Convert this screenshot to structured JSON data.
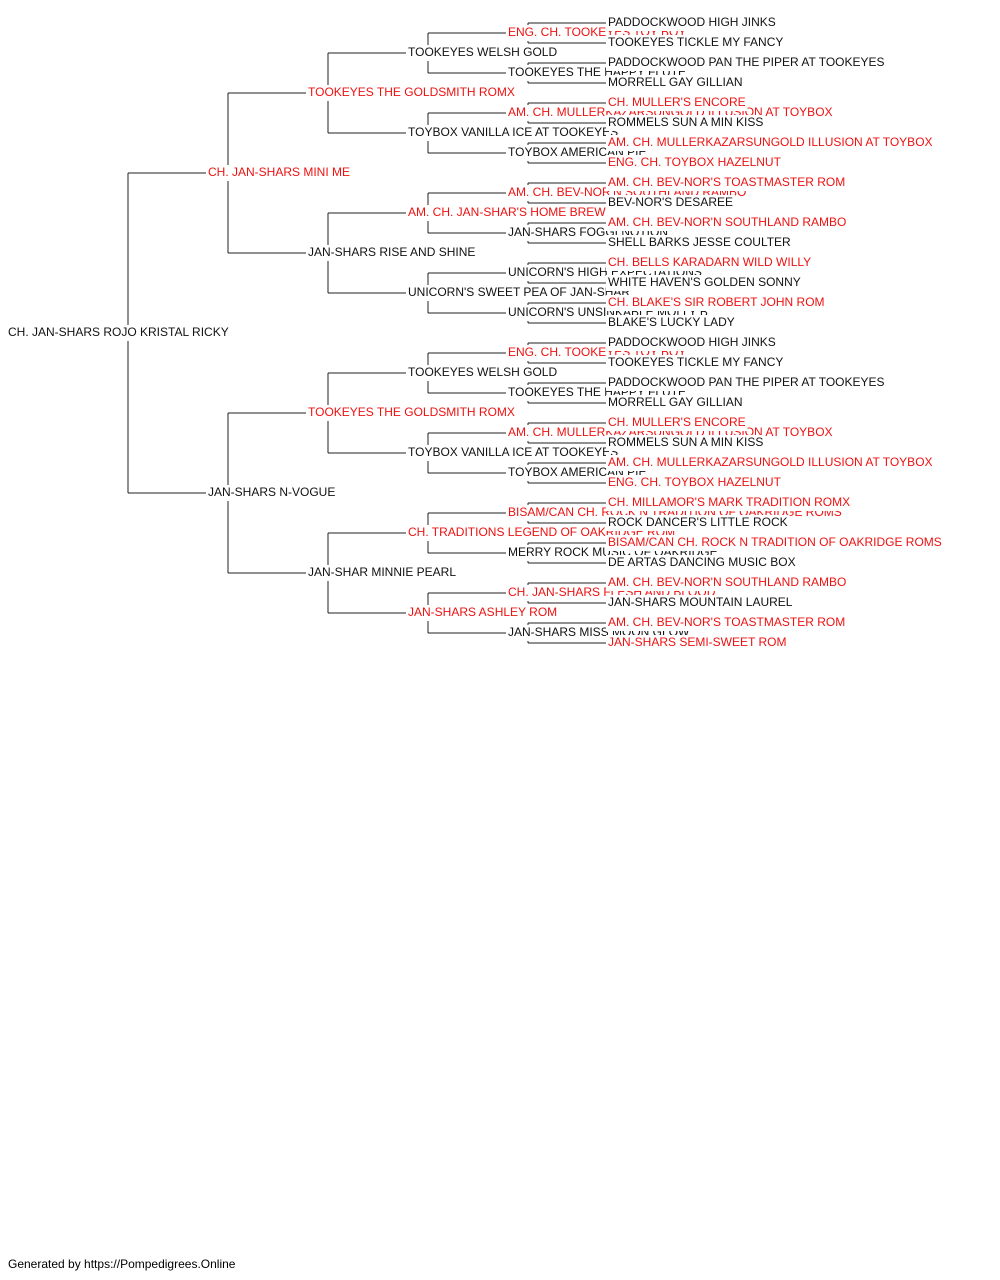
{
  "colors": {
    "titled": "#ee1111",
    "plain": "#111111",
    "lines": "#222222"
  },
  "footer": "Generated by https://Pompedigrees.Online",
  "pedigree": {
    "name": "CH. JAN-SHARS ROJO KRISTAL RICKY",
    "titled": false,
    "sire": {
      "name": "CH. JAN-SHARS MINI ME",
      "titled": true,
      "sire": {
        "name": "TOOKEYES THE GOLDSMITH ROMX",
        "titled": true,
        "sire": {
          "name": "TOOKEYES WELSH GOLD",
          "titled": false,
          "sire": {
            "name": "ENG. CH. TOOKEYES TOY BOY",
            "titled": true,
            "sire": {
              "name": "PADDOCKWOOD HIGH JINKS",
              "titled": false
            },
            "dam": {
              "name": "TOOKEYES TICKLE MY FANCY",
              "titled": false
            }
          },
          "dam": {
            "name": "TOOKEYES THE HAPPY FLUTE",
            "titled": false,
            "sire": {
              "name": "PADDOCKWOOD PAN THE PIPER AT TOOKEYES",
              "titled": false
            },
            "dam": {
              "name": "MORRELL GAY GILLIAN",
              "titled": false
            }
          }
        },
        "dam": {
          "name": "TOYBOX VANILLA ICE AT TOOKEYES",
          "titled": false,
          "sire": {
            "name": "AM. CH. MULLERKAZARSUNGOLD ILLUSION AT TOYBOX",
            "titled": true,
            "sire": {
              "name": "CH. MULLER'S ENCORE",
              "titled": true
            },
            "dam": {
              "name": "ROMMELS SUN A MIN KISS",
              "titled": false
            }
          },
          "dam": {
            "name": "TOYBOX AMERICAN PIE",
            "titled": false,
            "sire": {
              "name": "AM. CH. MULLERKAZARSUNGOLD ILLUSION AT TOYBOX",
              "titled": true
            },
            "dam": {
              "name": "ENG. CH. TOYBOX HAZELNUT",
              "titled": true
            }
          }
        }
      },
      "dam": {
        "name": "JAN-SHARS RISE AND SHINE",
        "titled": false,
        "sire": {
          "name": "AM. CH. JAN-SHAR'S HOME BREW",
          "titled": true,
          "sire": {
            "name": "AM. CH. BEV-NOR'N SOUTHLAND RAMBO",
            "titled": true,
            "sire": {
              "name": "AM. CH. BEV-NOR'S TOASTMASTER ROM",
              "titled": true
            },
            "dam": {
              "name": "BEV-NOR'S DESAREE",
              "titled": false
            }
          },
          "dam": {
            "name": "JAN-SHARS FOGGI NOTION",
            "titled": false,
            "sire": {
              "name": "AM. CH. BEV-NOR'N SOUTHLAND RAMBO",
              "titled": true
            },
            "dam": {
              "name": "SHELL BARKS JESSE COULTER",
              "titled": false
            }
          }
        },
        "dam": {
          "name": "UNICORN'S SWEET PEA OF JAN-SHAR",
          "titled": false,
          "sire": {
            "name": "UNICORN'S HIGH EXPECTATIONS",
            "titled": false,
            "sire": {
              "name": "CH. BELLS KARADARN WILD WILLY",
              "titled": true
            },
            "dam": {
              "name": "WHITE HAVEN'S GOLDEN SONNY",
              "titled": false
            }
          },
          "dam": {
            "name": "UNICORN'S UNSINKABLE MOLLY B",
            "titled": false,
            "sire": {
              "name": "CH. BLAKE'S SIR ROBERT JOHN ROM",
              "titled": true
            },
            "dam": {
              "name": "BLAKE'S LUCKY LADY",
              "titled": false
            }
          }
        }
      }
    },
    "dam": {
      "name": "JAN-SHARS N-VOGUE",
      "titled": false,
      "sire": {
        "name": "TOOKEYES THE GOLDSMITH ROMX",
        "titled": true,
        "sire": {
          "name": "TOOKEYES WELSH GOLD",
          "titled": false,
          "sire": {
            "name": "ENG. CH. TOOKEYES TOY BOY",
            "titled": true,
            "sire": {
              "name": "PADDOCKWOOD HIGH JINKS",
              "titled": false
            },
            "dam": {
              "name": "TOOKEYES TICKLE MY FANCY",
              "titled": false
            }
          },
          "dam": {
            "name": "TOOKEYES THE HAPPY FLUTE",
            "titled": false,
            "sire": {
              "name": "PADDOCKWOOD PAN THE PIPER AT TOOKEYES",
              "titled": false
            },
            "dam": {
              "name": "MORRELL GAY GILLIAN",
              "titled": false
            }
          }
        },
        "dam": {
          "name": "TOYBOX VANILLA ICE AT TOOKEYES",
          "titled": false,
          "sire": {
            "name": "AM. CH. MULLERKAZARSUNGOLD ILLUSION AT TOYBOX",
            "titled": true,
            "sire": {
              "name": "CH. MULLER'S ENCORE",
              "titled": true
            },
            "dam": {
              "name": "ROMMELS SUN A MIN KISS",
              "titled": false
            }
          },
          "dam": {
            "name": "TOYBOX AMERICAN PIE",
            "titled": false,
            "sire": {
              "name": "AM. CH. MULLERKAZARSUNGOLD ILLUSION AT TOYBOX",
              "titled": true
            },
            "dam": {
              "name": "ENG. CH. TOYBOX HAZELNUT",
              "titled": true
            }
          }
        }
      },
      "dam": {
        "name": "JAN-SHAR MINNIE PEARL",
        "titled": false,
        "sire": {
          "name": "CH. TRADITIONS LEGEND OF OAKRIDGE ROM",
          "titled": true,
          "sire": {
            "name": "BISAM/CAN CH. ROCK N TRADITION OF OAKRIDGE ROMS",
            "titled": true,
            "sire": {
              "name": "CH. MILLAMOR'S MARK TRADITION ROMX",
              "titled": true
            },
            "dam": {
              "name": "ROCK DANCER'S LITTLE ROCK",
              "titled": false
            }
          },
          "dam": {
            "name": "MERRY ROCK MUSIC OF OAKRIDGE",
            "titled": false,
            "sire": {
              "name": "BISAM/CAN CH. ROCK N TRADITION OF OAKRIDGE ROMS",
              "titled": true
            },
            "dam": {
              "name": "DE ARTAS DANCING MUSIC BOX",
              "titled": false
            }
          }
        },
        "dam": {
          "name": "JAN-SHARS ASHLEY ROM",
          "titled": true,
          "sire": {
            "name": "CH. JAN-SHARS FLESH AND BLOOD",
            "titled": true,
            "sire": {
              "name": "AM. CH. BEV-NOR'N SOUTHLAND RAMBO",
              "titled": true
            },
            "dam": {
              "name": "JAN-SHARS MOUNTAIN LAUREL",
              "titled": false
            }
          },
          "dam": {
            "name": "JAN-SHARS MISS MOON GLOW",
            "titled": false,
            "sire": {
              "name": "AM. CH. BEV-NOR'S TOASTMASTER ROM",
              "titled": true
            },
            "dam": {
              "name": "JAN-SHARS SEMI-SWEET ROM",
              "titled": true
            }
          }
        }
      }
    }
  }
}
